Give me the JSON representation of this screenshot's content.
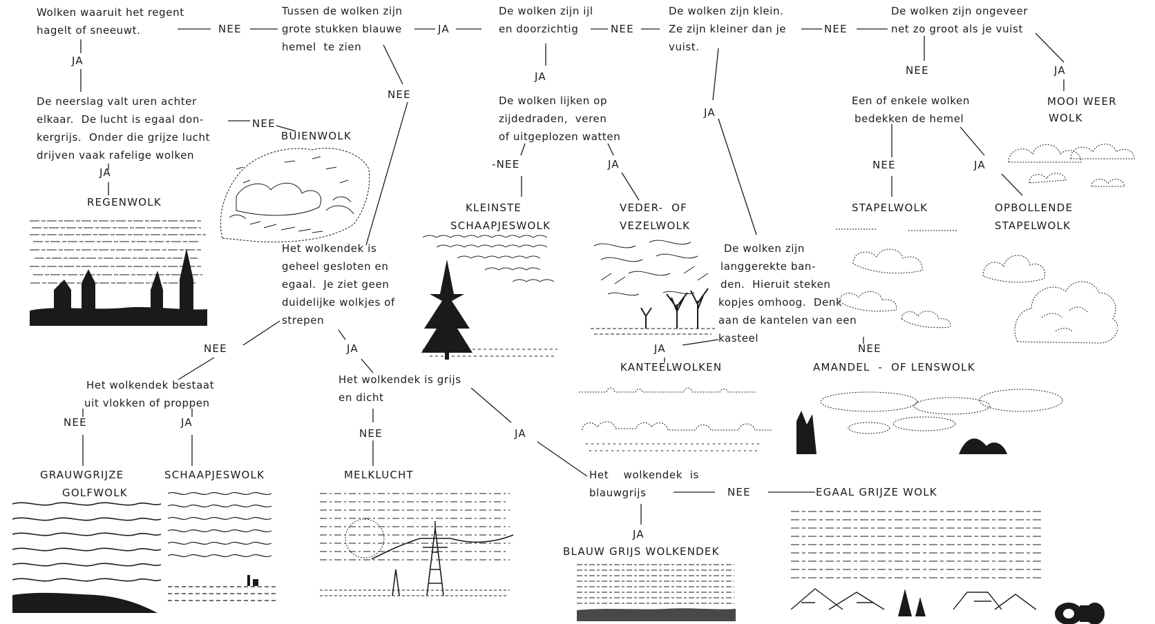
{
  "questions": {
    "q1": [
      "Wolken waaruit het regent",
      "hagelt of sneeuwt."
    ],
    "q2": [
      "Tussen de wolken zijn",
      "grote stukken blauwe",
      "hemel  te zien"
    ],
    "q3": [
      "De wolken zijn ijl",
      "en doorzichtig"
    ],
    "q4": [
      "De wolken zijn klein.",
      "Ze zijn kleiner dan je",
      "vuist."
    ],
    "q5": [
      "De wolken zijn ongeveer",
      "net zo groot als je vuist"
    ],
    "q6": [
      "De neerslag valt uren achter",
      "elkaar.  De lucht is egaal don-",
      "kergrijs.  Onder die grijze lucht",
      "drijven vaak rafelige wolken"
    ],
    "q7": [
      "De wolken lijken op",
      "zijdedraden,  veren",
      "of uitgeplozen watten"
    ],
    "q8": [
      "Een of enkele wolken",
      "bedekken de hemel"
    ],
    "q9": [
      "Het wolkendek is",
      "geheel gesloten en",
      "egaal.  Je ziet geen",
      "duidelijke wolkjes of",
      "strepen"
    ],
    "q10": [
      "De wolken zijn",
      "langgerekte ban-",
      "den.  Hieruit steken",
      "kopjes omhoog.  Denk",
      "aan de kantelen van een",
      "kasteel"
    ],
    "q11": [
      "Het wolkendek bestaat",
      "uit vlokken of proppen"
    ],
    "q12": [
      "Het wolkendek is grijs",
      "en dicht"
    ],
    "q13": [
      "Het    wolkendek  is",
      "blauwgrijs"
    ]
  },
  "answers": {
    "nee": "NEE",
    "nee_dash": "-NEE",
    "ja": "JA"
  },
  "results": {
    "buienwolk": "BUIENWOLK",
    "regenwolk": "REGENWOLK",
    "kleinste_schaapjeswolk": [
      "KLEINSTE",
      "SCHAAPJESWOLK"
    ],
    "veder_of_vezelwolk": [
      "VEDER-  OF",
      "VEZELWOLK"
    ],
    "stapelwolk": "STAPELWOLK",
    "opbollende_stapelwolk": [
      "OPBOLLENDE",
      "STAPELWOLK"
    ],
    "mooi_weer_wolk": [
      "MOOI WEER",
      "WOLK"
    ],
    "kanteelwolken": "KANTEELWOLKEN",
    "amandel_of_lenswolk": "AMANDEL  -  OF LENSWOLK",
    "grauwgrijze_golfwolk": [
      "GRAUWGRIJZE",
      "GOLFWOLK"
    ],
    "schaapjeswolk": "SCHAAPJESWOLK",
    "melklucht": "MELKLUCHT",
    "blauw_grijs_wolkendek": "BLAUW GRIJS WOLKENDEK",
    "egaal_grijze_wolk": "EGAAL GRIJZE WOLK"
  },
  "illustrations": [
    "buienwolk-illustration",
    "regenwolk-illustration",
    "kleinste-schaapjeswolk-illustration",
    "veder-vezelwolk-illustration",
    "mooi-weer-wolk-illustration",
    "stapelwolk-illustration",
    "opbollende-stapelwolk-illustration",
    "kanteelwolken-illustration",
    "lenswolk-illustration",
    "golfwolk-illustration",
    "schaapjeswolk-illustration",
    "melklucht-illustration",
    "blauwgrijs-wolkendek-illustration",
    "egaal-grijze-wolk-illustration",
    "camera-stamp-icon"
  ],
  "colors": {
    "ink": "#1a1a1a",
    "paper": "#ffffff"
  }
}
